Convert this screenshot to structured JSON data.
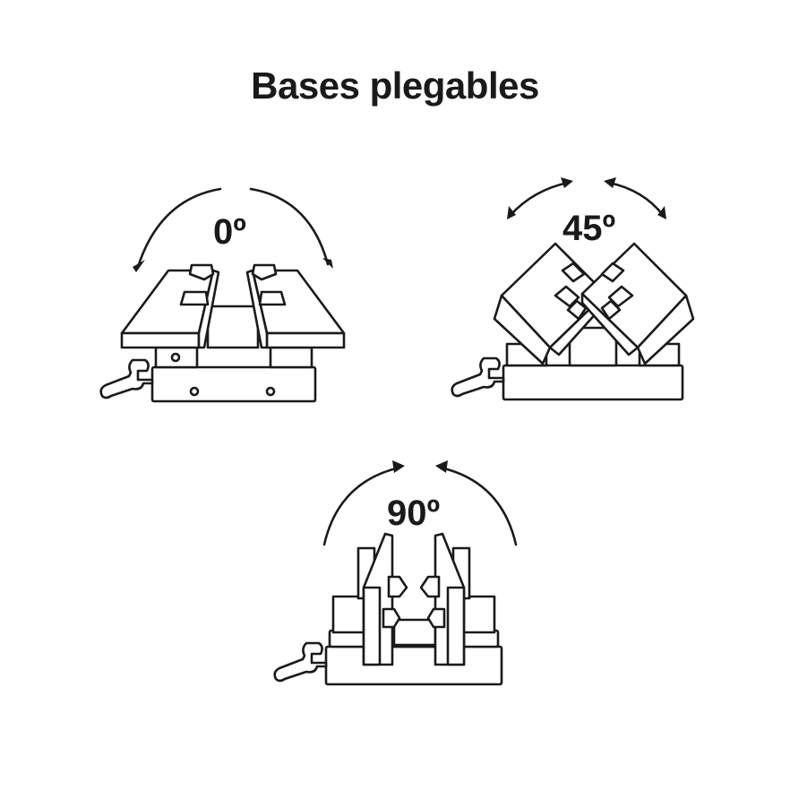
{
  "title": "Bases plegables",
  "diagrams": [
    {
      "id": "vise-0",
      "angle_label": "0º"
    },
    {
      "id": "vise-45",
      "angle_label": "45º"
    },
    {
      "id": "vise-90",
      "angle_label": "90º"
    }
  ],
  "colors": {
    "line": "#1a1a1a",
    "fill": "#ffffff"
  }
}
